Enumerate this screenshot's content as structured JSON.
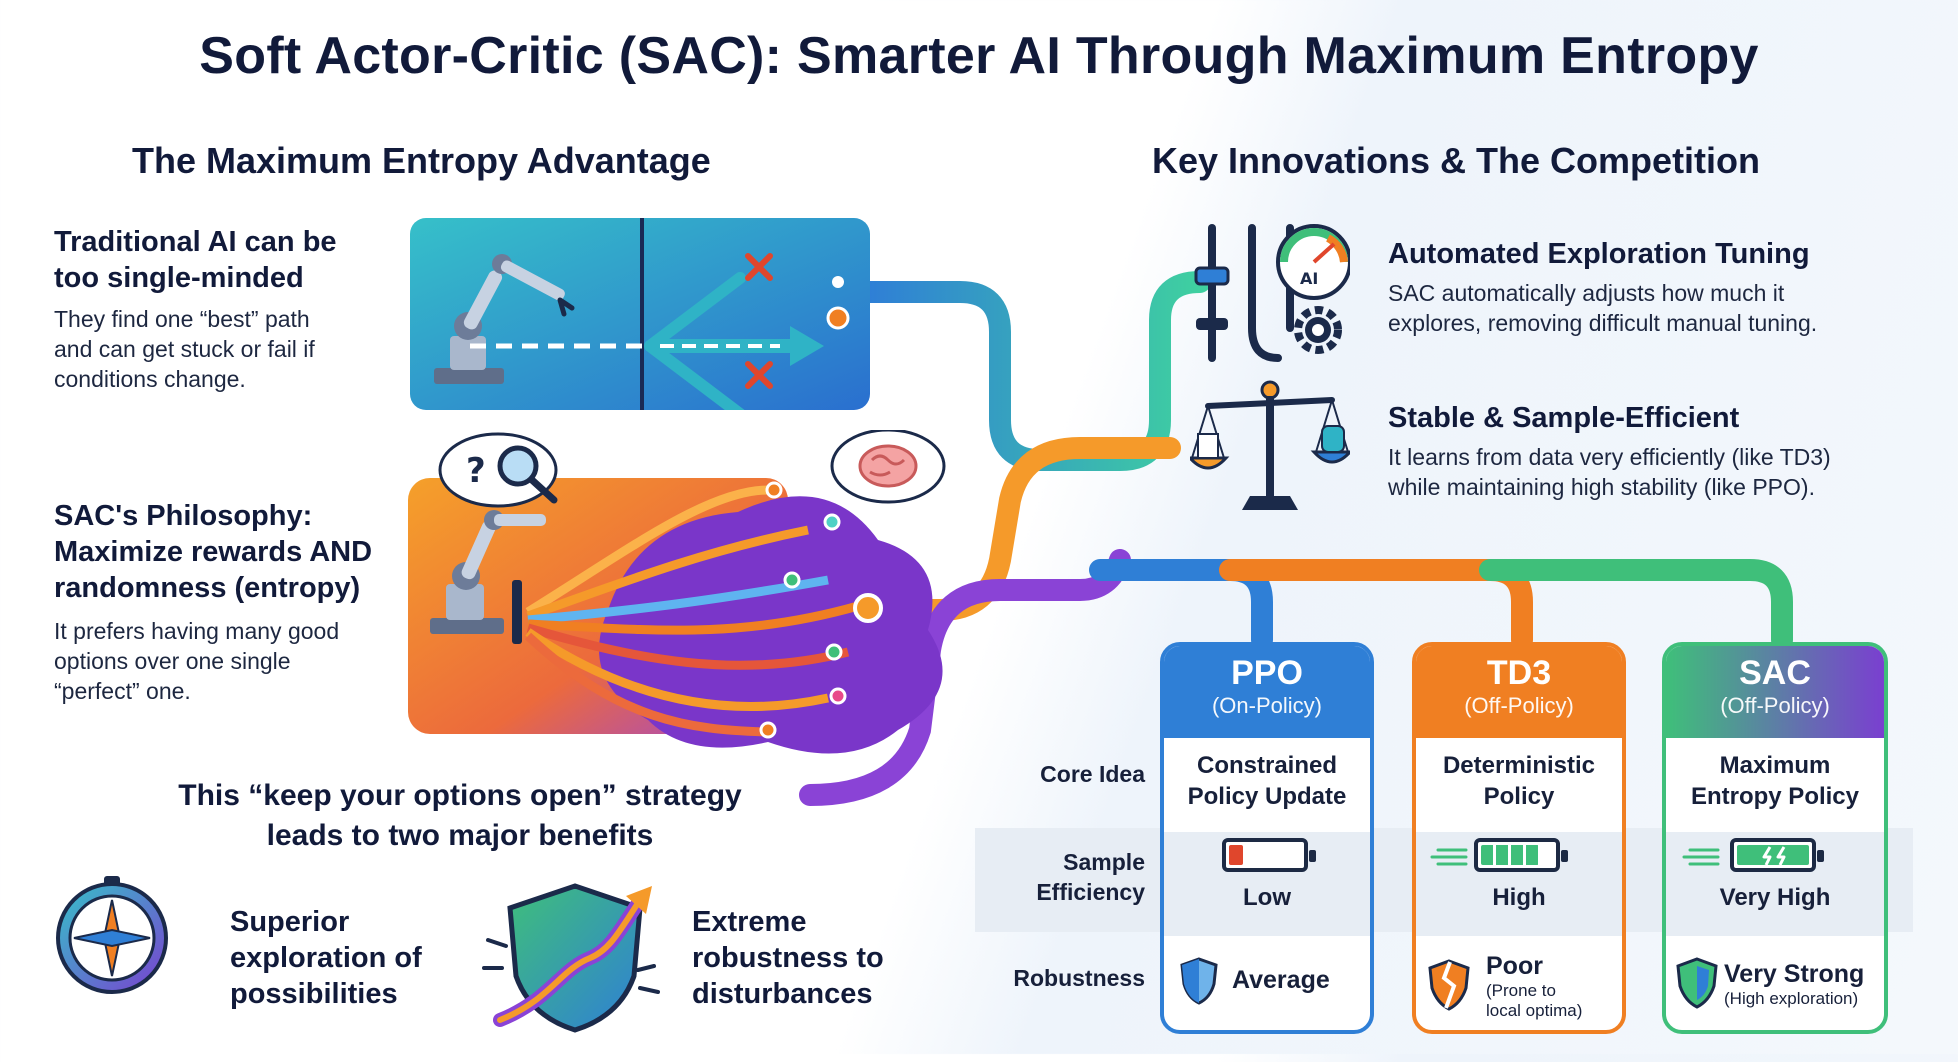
{
  "title": "Soft Actor-Critic (SAC): Smarter AI Through Maximum Entropy",
  "left": {
    "heading": "The Maximum Entropy Advantage",
    "traditional": {
      "heading_line1": "Traditional AI can be",
      "heading_line2": "too single-minded",
      "body_line1": "They find one “best” path",
      "body_line2": "and can get stuck or fail if",
      "body_line3": "conditions change."
    },
    "philosophy": {
      "heading_line1": "SAC's Philosophy:",
      "heading_line2": "Maximize rewards AND",
      "heading_line3": "randomness (entropy)",
      "body_line1": "It prefers having many good",
      "body_line2": "options over one single",
      "body_line3": "“perfect” one."
    },
    "strategy_line1": "This “keep your options open” strategy",
    "strategy_line2": "leads to two major benefits",
    "benefits": [
      {
        "icon": "compass-icon",
        "line1": "Superior",
        "line2": "exploration of",
        "line3": "possibilities"
      },
      {
        "icon": "shield-arrow-icon",
        "line1": "Extreme",
        "line2": "robustness to",
        "line3": "disturbances"
      }
    ]
  },
  "right": {
    "heading": "Key Innovations & The Competition",
    "innovations": [
      {
        "icon": "tuning-gauge-icon",
        "heading": "Automated Exploration Tuning",
        "body_line1": "SAC automatically adjusts how much it",
        "body_line2": "explores, removing difficult manual tuning.",
        "gauge_label": "AI"
      },
      {
        "icon": "balance-scale-icon",
        "heading": "Stable & Sample-Efficient",
        "body_line1": "It learns from data very efficiently (like TD3)",
        "body_line2": "while maintaining high stability (like PPO)."
      }
    ],
    "row_labels": {
      "core_idea": "Core Idea",
      "sample_efficiency_line1": "Sample",
      "sample_efficiency_line2": "Efficiency",
      "robustness": "Robustness"
    },
    "algorithms": [
      {
        "name": "PPO",
        "type": "(On-Policy)",
        "color": "#2f7fd6",
        "core_line1": "Constrained",
        "core_line2": "Policy Update",
        "efficiency": "Low",
        "battery_level": 0.2,
        "robustness": "Average",
        "robustness_note1": "",
        "robustness_note2": ""
      },
      {
        "name": "TD3",
        "type": "(Off-Policy)",
        "color": "#f07f22",
        "core_line1": "Deterministic",
        "core_line2": "Policy",
        "efficiency": "High",
        "battery_level": 0.8,
        "robustness": "Poor",
        "robustness_note1": "(Prone to",
        "robustness_note2": "local optima)"
      },
      {
        "name": "SAC",
        "type": "(Off-Policy)",
        "color": "#3fbf7a",
        "core_line1": "Maximum",
        "core_line2": "Entropy Policy",
        "efficiency": "Very High",
        "battery_level": 1.0,
        "robustness": "Very Strong",
        "robustness_note1": "(High exploration)",
        "robustness_note2": ""
      }
    ]
  },
  "colors": {
    "blue": "#2f7fd6",
    "orange": "#f07f22",
    "purple": "#8a43d6",
    "green": "#3fbf7a",
    "teal": "#2fb3c6",
    "navy": "#111a3a"
  }
}
